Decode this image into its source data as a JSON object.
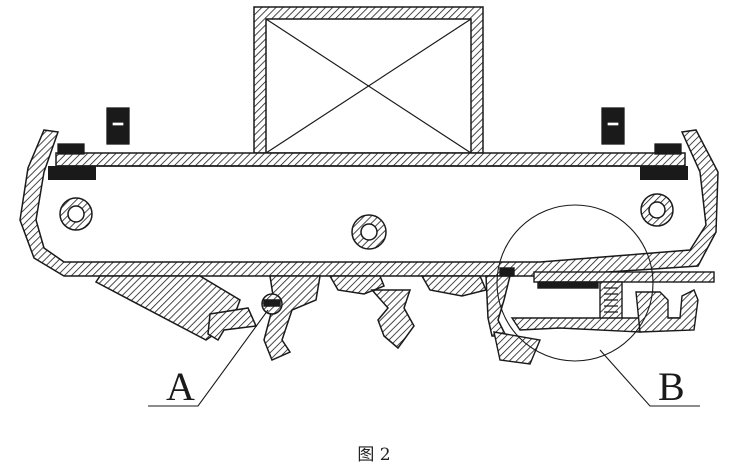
{
  "figure": {
    "caption": "图 2",
    "label_a": "A",
    "label_b": "B"
  },
  "colors": {
    "line": "#1a1a1a",
    "hatch": "#1a1a1a",
    "background": "#ffffff"
  }
}
